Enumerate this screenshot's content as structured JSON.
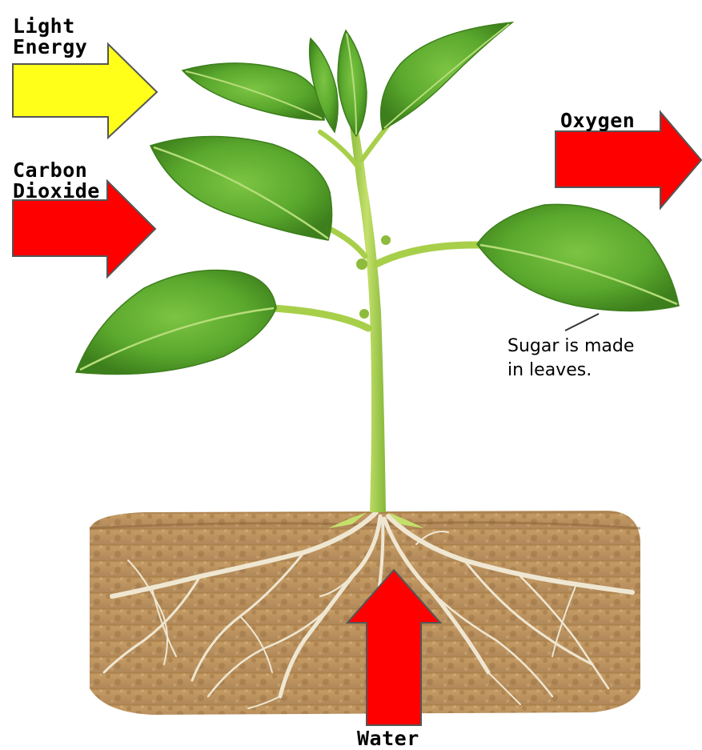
{
  "labels": {
    "light_energy_line1": "Light",
    "light_energy_line2": "Energy",
    "carbon_dioxide_line1": "Carbon",
    "carbon_dioxide_line2": "Dioxide",
    "oxygen": "Oxygen",
    "water": "Water"
  },
  "annotation": {
    "line1": "Sugar is made",
    "line2": "in leaves."
  },
  "colors": {
    "light_arrow": "#ffff1a",
    "gas_arrows": "#ff0000",
    "leaf": "#5fae2f",
    "leaf_dark": "#3f8a1f",
    "stem": "#a8cf4a",
    "soil": "#b58a55",
    "root": "#ece4cf"
  }
}
